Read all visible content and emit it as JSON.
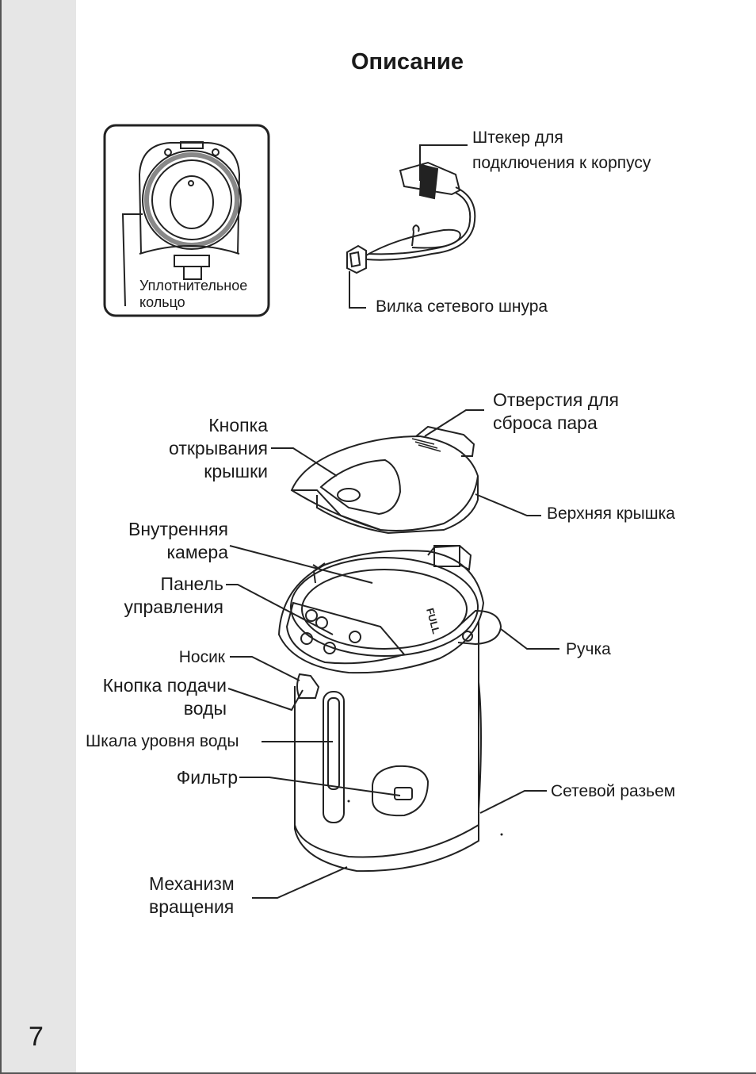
{
  "page": {
    "title": "Описание",
    "number": "7"
  },
  "labels": {
    "seal_ring": [
      "Уплотнительное",
      "кольцо"
    ],
    "connector_plug": [
      "Штекер для",
      "подключения к корпусу"
    ],
    "power_plug": "Вилка сетевого шнура",
    "steam_vents": [
      "Отверстия для",
      "сброса пара"
    ],
    "lid_open_button": [
      "Кнопка",
      "открывания",
      "крышки"
    ],
    "top_lid": "Верхняя крышка",
    "inner_chamber": [
      "Внутренняя",
      "камера"
    ],
    "control_panel": [
      "Панель",
      "управления"
    ],
    "spout": "Носик",
    "dispense_button": [
      "Кнопка подачи",
      "воды"
    ],
    "water_gauge": "Шкала уровня воды",
    "filter": "Фильтр",
    "handle": "Ручка",
    "power_socket": "Сетевой разьем",
    "swivel_base": [
      "Механизм",
      "вращения"
    ]
  },
  "full_mark": "FULL"
}
